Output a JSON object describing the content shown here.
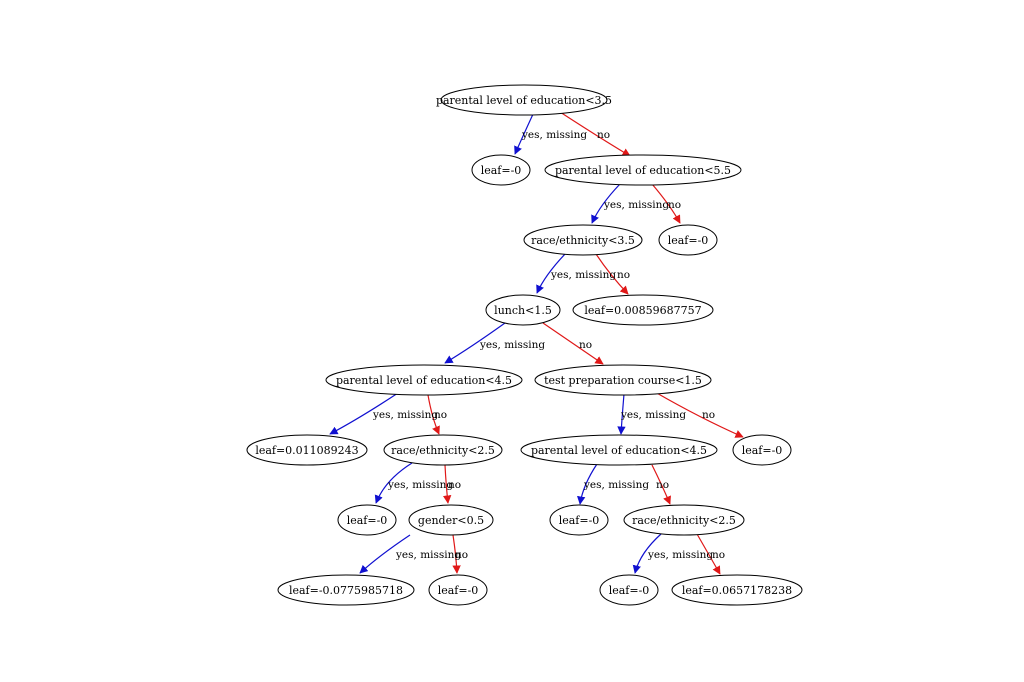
{
  "colors": {
    "yes_edge": "#1010d0",
    "no_edge": "#e01818"
  },
  "edge_labels": {
    "yes": "yes, missing",
    "no": "no"
  },
  "nodes": {
    "n0": "parental level of education<3.5",
    "n1": "leaf=-0",
    "n2": "parental level of education<5.5",
    "n3": "race/ethnicity<3.5",
    "n4": "leaf=-0",
    "n5": "lunch<1.5",
    "n6": "leaf=0.00859687757",
    "n7": "parental level of education<4.5",
    "n8": "test preparation course<1.5",
    "n9": "leaf=0.011089243",
    "n10": "race/ethnicity<2.5",
    "n11": "parental level of education<4.5",
    "n12": "leaf=-0",
    "n13": "leaf=-0",
    "n14": "gender<0.5",
    "n15": "leaf=-0",
    "n16": "race/ethnicity<2.5",
    "n17": "leaf=-0.0775985718",
    "n18": "leaf=-0",
    "n19": "leaf=-0",
    "n20": "leaf=0.0657178238"
  },
  "edges": [
    {
      "from": "n0",
      "to": "n1",
      "kind": "yes"
    },
    {
      "from": "n0",
      "to": "n2",
      "kind": "no"
    },
    {
      "from": "n2",
      "to": "n3",
      "kind": "yes"
    },
    {
      "from": "n2",
      "to": "n4",
      "kind": "no"
    },
    {
      "from": "n3",
      "to": "n5",
      "kind": "yes"
    },
    {
      "from": "n3",
      "to": "n6",
      "kind": "no"
    },
    {
      "from": "n5",
      "to": "n7",
      "kind": "yes"
    },
    {
      "from": "n5",
      "to": "n8",
      "kind": "no"
    },
    {
      "from": "n7",
      "to": "n9",
      "kind": "yes"
    },
    {
      "from": "n7",
      "to": "n10",
      "kind": "no"
    },
    {
      "from": "n8",
      "to": "n11",
      "kind": "yes"
    },
    {
      "from": "n8",
      "to": "n12",
      "kind": "no"
    },
    {
      "from": "n10",
      "to": "n13",
      "kind": "yes"
    },
    {
      "from": "n10",
      "to": "n14",
      "kind": "no"
    },
    {
      "from": "n11",
      "to": "n15",
      "kind": "yes"
    },
    {
      "from": "n11",
      "to": "n16",
      "kind": "no"
    },
    {
      "from": "n14",
      "to": "n17",
      "kind": "yes"
    },
    {
      "from": "n14",
      "to": "n18",
      "kind": "no"
    },
    {
      "from": "n16",
      "to": "n19",
      "kind": "yes"
    },
    {
      "from": "n16",
      "to": "n20",
      "kind": "no"
    }
  ]
}
